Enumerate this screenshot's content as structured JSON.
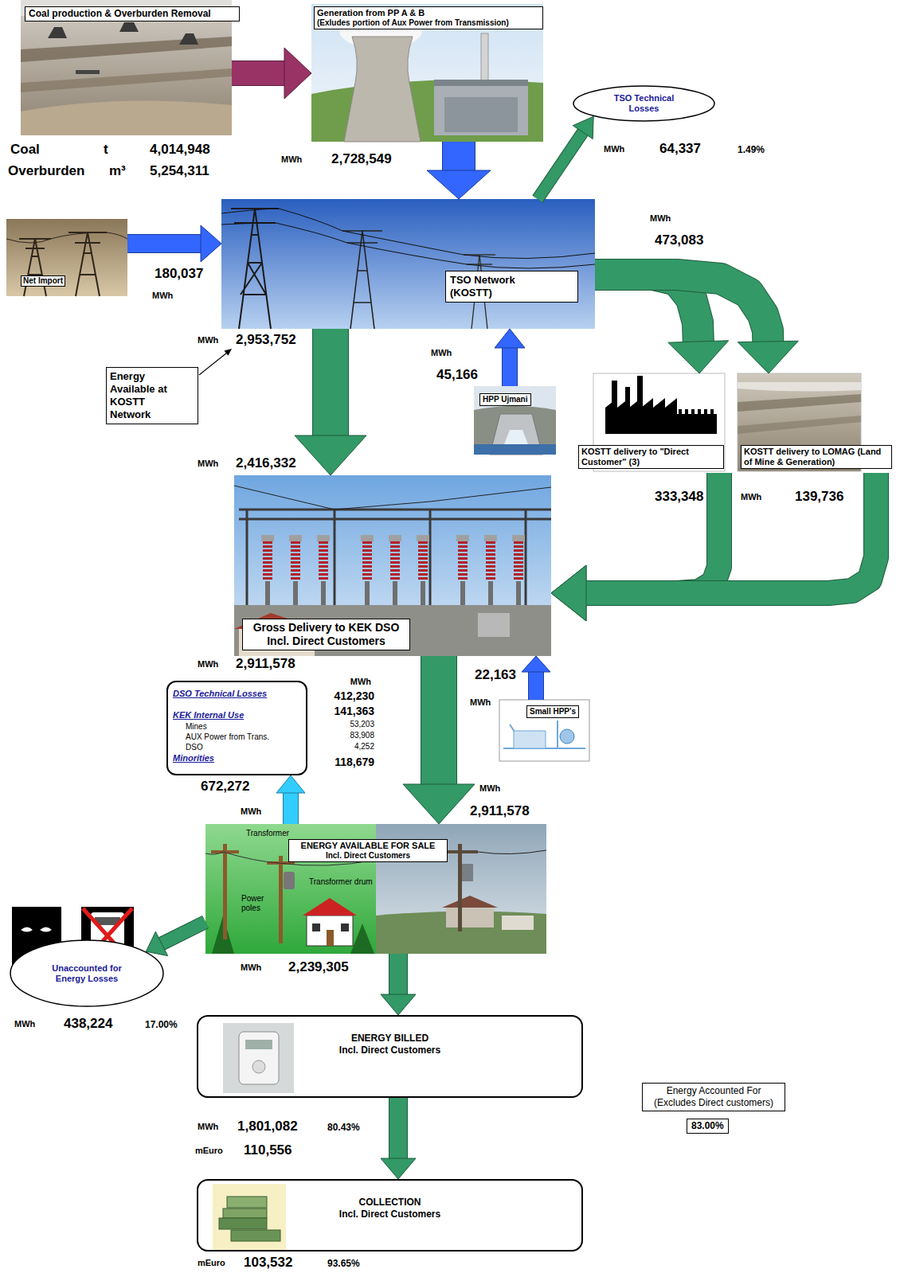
{
  "diagram": {
    "nodes": [
      {
        "text": [
          "Coal production & Overburden Removal"
        ]
      },
      {
        "text": [
          "Generation from PP A & B",
          "(Exludes portion of Aux Power from Transmission)"
        ]
      },
      {
        "text": [
          "TSO Technical Losses"
        ]
      },
      {
        "text": [
          "Net Import"
        ]
      },
      {
        "text": [
          "TSO Network (KOSTT)"
        ]
      },
      {
        "text": [
          "Energy Available at KOSTT Network"
        ]
      },
      {
        "text": [
          "HPP Ujmani"
        ]
      },
      {
        "text": [
          "KOSTT delivery to \"Direct Customer\" (3)"
        ]
      },
      {
        "text": [
          "KOSTT delivery to LOMAG (Land of Mine & Generation)"
        ]
      },
      {
        "text": [
          "Gross Delivery to KEK DSO",
          "Incl. Direct Customers"
        ]
      },
      {
        "text": [
          "DSO Technical Losses",
          "KEK Internal Use",
          "Mines",
          "AUX Power from Trans.",
          "DSO",
          "Minorities"
        ]
      },
      {
        "text": [
          "Small HPP's"
        ]
      },
      {
        "text": [
          "ENERGY AVAILABLE FOR SALE",
          "Incl. Direct Customers"
        ]
      },
      {
        "text": [
          "Unaccounted for Energy Losses"
        ]
      },
      {
        "text": [
          "ENERGY BILLED",
          "Incl. Direct Customers"
        ]
      },
      {
        "text": [
          "COLLECTION",
          "Incl. Direct Customers"
        ]
      },
      {
        "text": [
          "Energy Accounted For",
          "(Excludes Direct customers)"
        ]
      },
      {
        "text": [
          "83.00%"
        ]
      }
    ],
    "edges": [
      {
        "from": 0,
        "to": 1,
        "arrow": "to"
      },
      {
        "from": 1,
        "to": 4,
        "arrow": "to"
      },
      {
        "from": 4,
        "to": 2,
        "arrow": "to"
      },
      {
        "from": 3,
        "to": 4,
        "arrow": "to"
      },
      {
        "from": 6,
        "to": 4,
        "arrow": "to"
      },
      {
        "from": 4,
        "to": 7,
        "arrow": "to"
      },
      {
        "from": 4,
        "to": 8,
        "arrow": "to"
      },
      {
        "from": 4,
        "to": 9,
        "arrow": "to"
      },
      {
        "from": 7,
        "to": 9,
        "arrow": "to"
      },
      {
        "from": 8,
        "to": 9,
        "arrow": "to"
      },
      {
        "from": 11,
        "to": 9,
        "arrow": "to"
      },
      {
        "from": 9,
        "to": 12,
        "arrow": "to"
      },
      {
        "from": 12,
        "to": 10,
        "arrow": "to"
      },
      {
        "from": 12,
        "to": 13,
        "arrow": "to"
      },
      {
        "from": 12,
        "to": 14,
        "arrow": "to"
      },
      {
        "from": 14,
        "to": 15,
        "arrow": "to"
      }
    ],
    "labels": [
      "Coal",
      "t",
      "4,014,948",
      "Overburden",
      "m³",
      "5,254,311",
      "MWh",
      "2,728,549",
      "MWh",
      "64,337",
      "1.49%",
      "180,037",
      "MWh",
      "MWh",
      "473,083",
      "MWh",
      "2,953,752",
      "MWh",
      "45,166",
      "333,348",
      "MWh",
      "139,736",
      "MWh",
      "2,416,332",
      "MWh",
      "2,911,578",
      "22,163",
      "MWh",
      "MWh",
      "412,230",
      "141,363",
      "53,203",
      "83,908",
      "4,252",
      "118,679",
      "672,272",
      "MWh",
      "MWh",
      "2,911,578",
      "MWh",
      "2,239,305",
      "MWh",
      "438,224",
      "17.00%",
      "MWh",
      "1,801,082",
      "80.43%",
      "mEuro",
      "110,556",
      "mEuro",
      "103,532",
      "93.65%",
      "Transformer",
      "Power poles",
      "Transformer drum"
    ]
  }
}
